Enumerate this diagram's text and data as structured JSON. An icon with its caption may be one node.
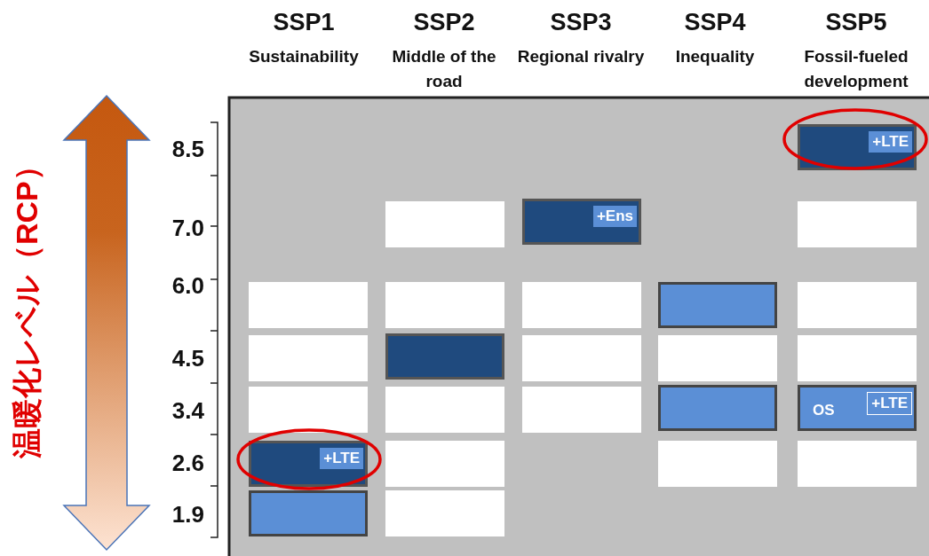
{
  "diagram": {
    "nodes": [
      {
        "text": [
          "+LTE"
        ]
      },
      {
        "text": [],
        "shape": "box"
      },
      {
        "text": [
          "+Ens"
        ]
      },
      {
        "text": [],
        "shape": "box"
      },
      {
        "text": [],
        "shape": "box"
      },
      {
        "text": [],
        "shape": "box"
      },
      {
        "text": [],
        "shape": "box"
      },
      {
        "text": [],
        "shape": "box"
      },
      {
        "text": [],
        "shape": "box"
      },
      {
        "text": [],
        "shape": "box"
      },
      {
        "text": [],
        "shape": "box"
      },
      {
        "text": [],
        "shape": "box"
      },
      {
        "text": [],
        "shape": "box"
      },
      {
        "text": [],
        "shape": "box"
      },
      {
        "text": [],
        "shape": "box"
      },
      {
        "text": [],
        "shape": "box"
      },
      {
        "text": [],
        "shape": "box"
      },
      {
        "text": [],
        "shape": "box"
      },
      {
        "text": [
          "OS",
          "+LTE"
        ]
      },
      {
        "text": [
          "+LTE"
        ]
      },
      {
        "text": [],
        "shape": "box"
      },
      {
        "text": [],
        "shape": "box"
      },
      {
        "text": [],
        "shape": "box"
      },
      {
        "text": [],
        "shape": "box"
      },
      {
        "text": [],
        "shape": "box"
      }
    ],
    "labels": [
      "SSP1",
      "SSP2",
      "SSP3",
      "SSP4",
      "SSP5",
      "Sustainability",
      "Middle of the road",
      "Regional rivalry",
      "Inequality",
      "Fossil-fueled development",
      "温暖化レベル（RCP）",
      "8.5",
      "7.0",
      "6.0",
      "4.5",
      "3.4",
      "2.6",
      "1.9"
    ]
  }
}
